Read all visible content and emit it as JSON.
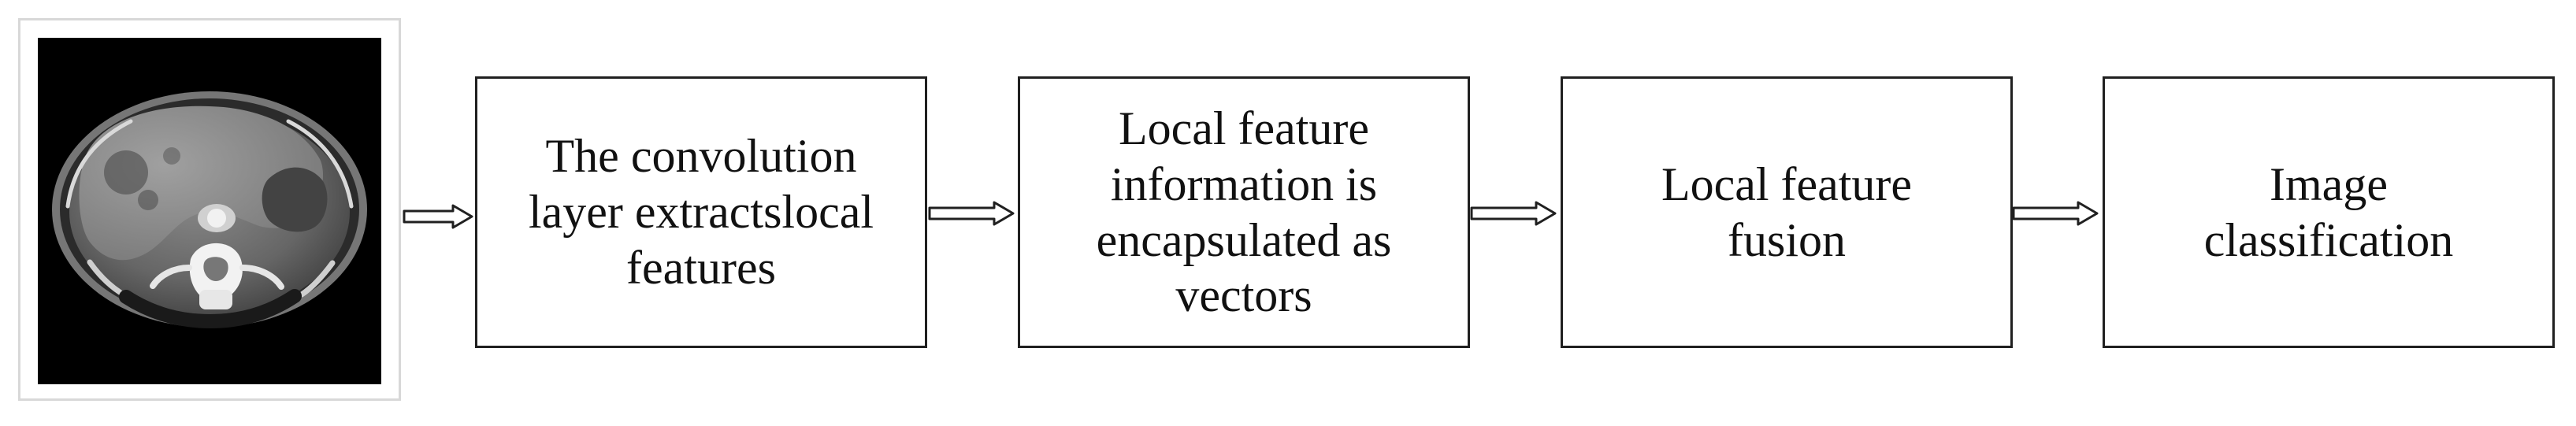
{
  "steps": [
    {
      "label": "The convolution\nlayer extractslocal\nfeatures"
    },
    {
      "label": "Local feature\ninformation is\nencapsulated as\nvectors"
    },
    {
      "label": "Local feature\nfusion"
    },
    {
      "label": "Image\nclassification"
    }
  ],
  "colors": {
    "stroke": "#202020",
    "image_bg": "#000000",
    "frame": "#d8d8d8"
  }
}
